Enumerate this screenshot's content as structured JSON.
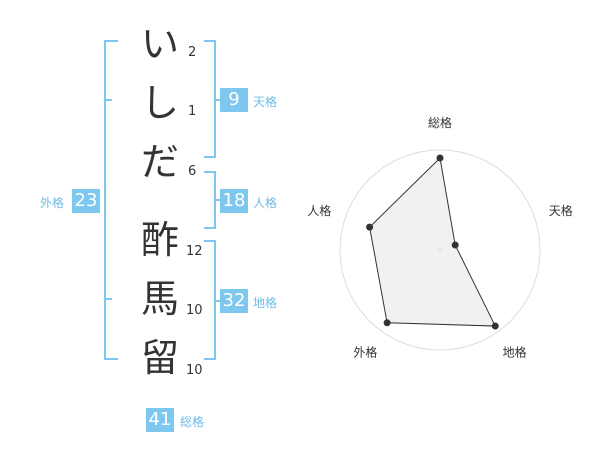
{
  "name_chars": [
    {
      "char": "い",
      "strokes": "2"
    },
    {
      "char": "し",
      "strokes": "1"
    },
    {
      "char": "だ",
      "strokes": "6"
    },
    {
      "char": "酢",
      "strokes": "12"
    },
    {
      "char": "馬",
      "strokes": "10"
    },
    {
      "char": "留",
      "strokes": "10"
    }
  ],
  "kakusu": {
    "tenkaku": {
      "value": "9",
      "label": "天格"
    },
    "jinkaku": {
      "value": "18",
      "label": "人格"
    },
    "chikaku": {
      "value": "32",
      "label": "地格"
    },
    "gaikaku": {
      "value": "23",
      "label": "外格"
    },
    "soukaku": {
      "value": "41",
      "label": "総格"
    }
  },
  "colors": {
    "accent": "#7ec8f0",
    "accent_text": "#6cbcea",
    "text": "#333333"
  },
  "chart_data": {
    "type": "radar",
    "axes": [
      "総格",
      "天格",
      "地格",
      "外格",
      "人格"
    ],
    "values": [
      4.6,
      0.8,
      4.7,
      4.5,
      3.7
    ],
    "max": 5,
    "rings": 5,
    "fill": "#eeeeee"
  }
}
